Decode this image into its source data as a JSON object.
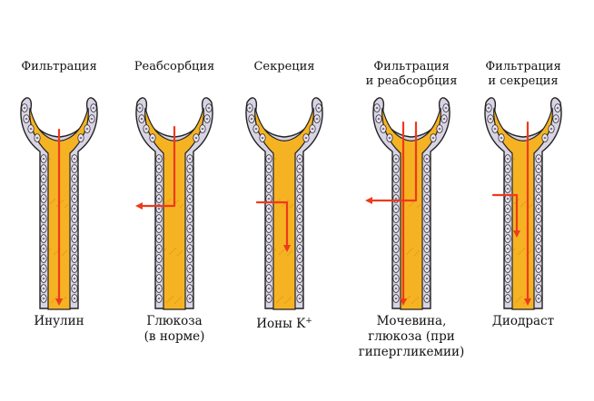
{
  "columns": [
    {
      "id": "filtration",
      "title": [
        "Фильтрация"
      ],
      "label": [
        "Инулин"
      ],
      "flow": "filtration"
    },
    {
      "id": "reabsorption",
      "title": [
        "Реабсорбция"
      ],
      "label": [
        "Глюкоза",
        "(в норме)"
      ],
      "flow": "reabsorption"
    },
    {
      "id": "secretion",
      "title": [
        "Секреция"
      ],
      "label": [
        "Ионы K"
      ],
      "label_sup": "+",
      "flow": "secretion"
    },
    {
      "id": "filtration-reabsorption",
      "title": [
        "Фильтрация",
        "и реабсорбция"
      ],
      "label": [
        "Мочевина,",
        "глюкоза  (при",
        "гипергликемии)"
      ],
      "flow": "filtration-reabsorption"
    },
    {
      "id": "filtration-secretion",
      "title": [
        "Фильтрация",
        "и секреция"
      ],
      "label": [
        "Диодраст"
      ],
      "flow": "filtration-secretion"
    }
  ],
  "colors": {
    "lumen": "#f5b324",
    "lumen_dark": "#e38f10",
    "cell_fill": "#d9d4e4",
    "cell_outline": "#222222",
    "arrow": "#ee3a1c"
  }
}
